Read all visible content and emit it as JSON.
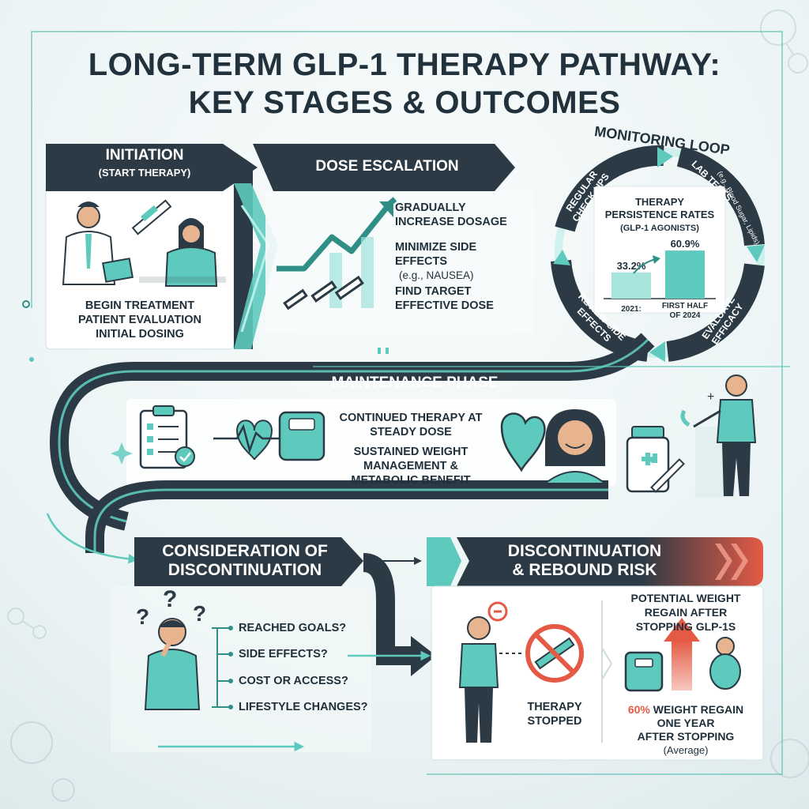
{
  "title": {
    "line1": "LONG-TERM GLP-1 THERAPY PATHWAY:",
    "line2": "KEY STAGES & OUTCOMES"
  },
  "colors": {
    "dark": "#2b3a44",
    "teal": "#5ec9bd",
    "teal_dark": "#2f8f86",
    "red": "#e45a45",
    "bg": "#eef4f5"
  },
  "initiation": {
    "header": "INITIATION",
    "subheader": "(START THERAPY)",
    "items": [
      "BEGIN TREATMENT",
      "PATIENT EVALUATION",
      "INITIAL DOSING"
    ]
  },
  "dose_escalation": {
    "header": "DOSE ESCALATION",
    "items": [
      "GRADUALLY INCREASE DOSAGE",
      "MINIMIZE SIDE EFFECTS",
      "(e.g., NAUSEA)",
      "FIND TARGET EFFECTIVE DOSE"
    ]
  },
  "monitoring": {
    "header": "MONITORING LOOP",
    "loop_labels": [
      "REGULAR CHECK-UPS",
      "LAB TESTS",
      "(e.g., Blood Sugar, Lipids)",
      "EVALUATE EFFICACY",
      "REVIEW SIDE EFFECTS"
    ],
    "chart_title": "THERAPY PERSISTENCE RATES",
    "chart_subtitle": "(GLP-1 AGONISTS)"
  },
  "chart_data": {
    "type": "bar",
    "title": "THERAPY PERSISTENCE RATES",
    "subtitle": "(GLP-1 AGONISTS)",
    "categories": [
      "2021:",
      "FIRST HALF OF 2024"
    ],
    "values": [
      33.2,
      60.9
    ],
    "value_labels": [
      "33.2%",
      "60.9%"
    ],
    "ylim": [
      0,
      70
    ]
  },
  "maintenance": {
    "header": "MAINTENANCE PHASE",
    "items": [
      "CONTINUED THERAPY AT STEADY DOSE",
      "SUSTAINED WEIGHT MANAGEMENT & METABOLIC BENEFIT"
    ]
  },
  "consideration": {
    "header_line1": "CONSIDERATION OF",
    "header_line2": "DISCONTINUATION",
    "questions": [
      "REACHED GOALS?",
      "SIDE EFFECTS?",
      "COST OR ACCESS?",
      "LIFESTYLE CHANGES?"
    ]
  },
  "discontinuation": {
    "header_line1": "DISCONTINUATION",
    "header_line2": "& REBOUND RISK",
    "stopped_line1": "THERAPY",
    "stopped_line2": "STOPPED",
    "regain_title": "POTENTIAL WEIGHT REGAIN AFTER STOPPING GLP-1s",
    "stat_value": "60%",
    "stat_text_1": "WEIGHT REGAIN",
    "stat_text_2": "ONE YEAR",
    "stat_text_3": "AFTER STOPPING",
    "stat_note": "(Average)"
  }
}
